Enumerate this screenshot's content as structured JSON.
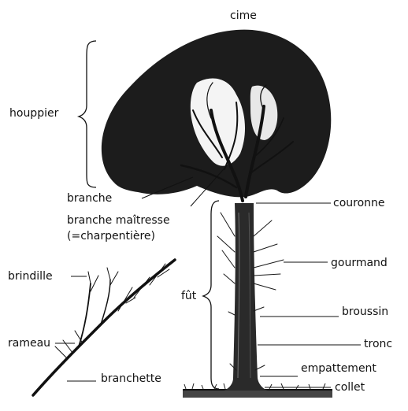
{
  "labels": {
    "cime": "cime",
    "houppier": "houppier",
    "couronne": "couronne",
    "branche": "branche",
    "branche_maitresse": "branche maîtresse",
    "charpentiere": "(=charpentière)",
    "gourmand": "gourmand",
    "fut": "fût",
    "broussin": "broussin",
    "tronc": "tronc",
    "empattement": "empattement",
    "collet": "collet",
    "brindille": "brindille",
    "rameau": "rameau",
    "branchette": "branchette"
  },
  "colors": {
    "ink": "#111111",
    "foliage": "#1c1c1c",
    "background": "#ffffff"
  }
}
